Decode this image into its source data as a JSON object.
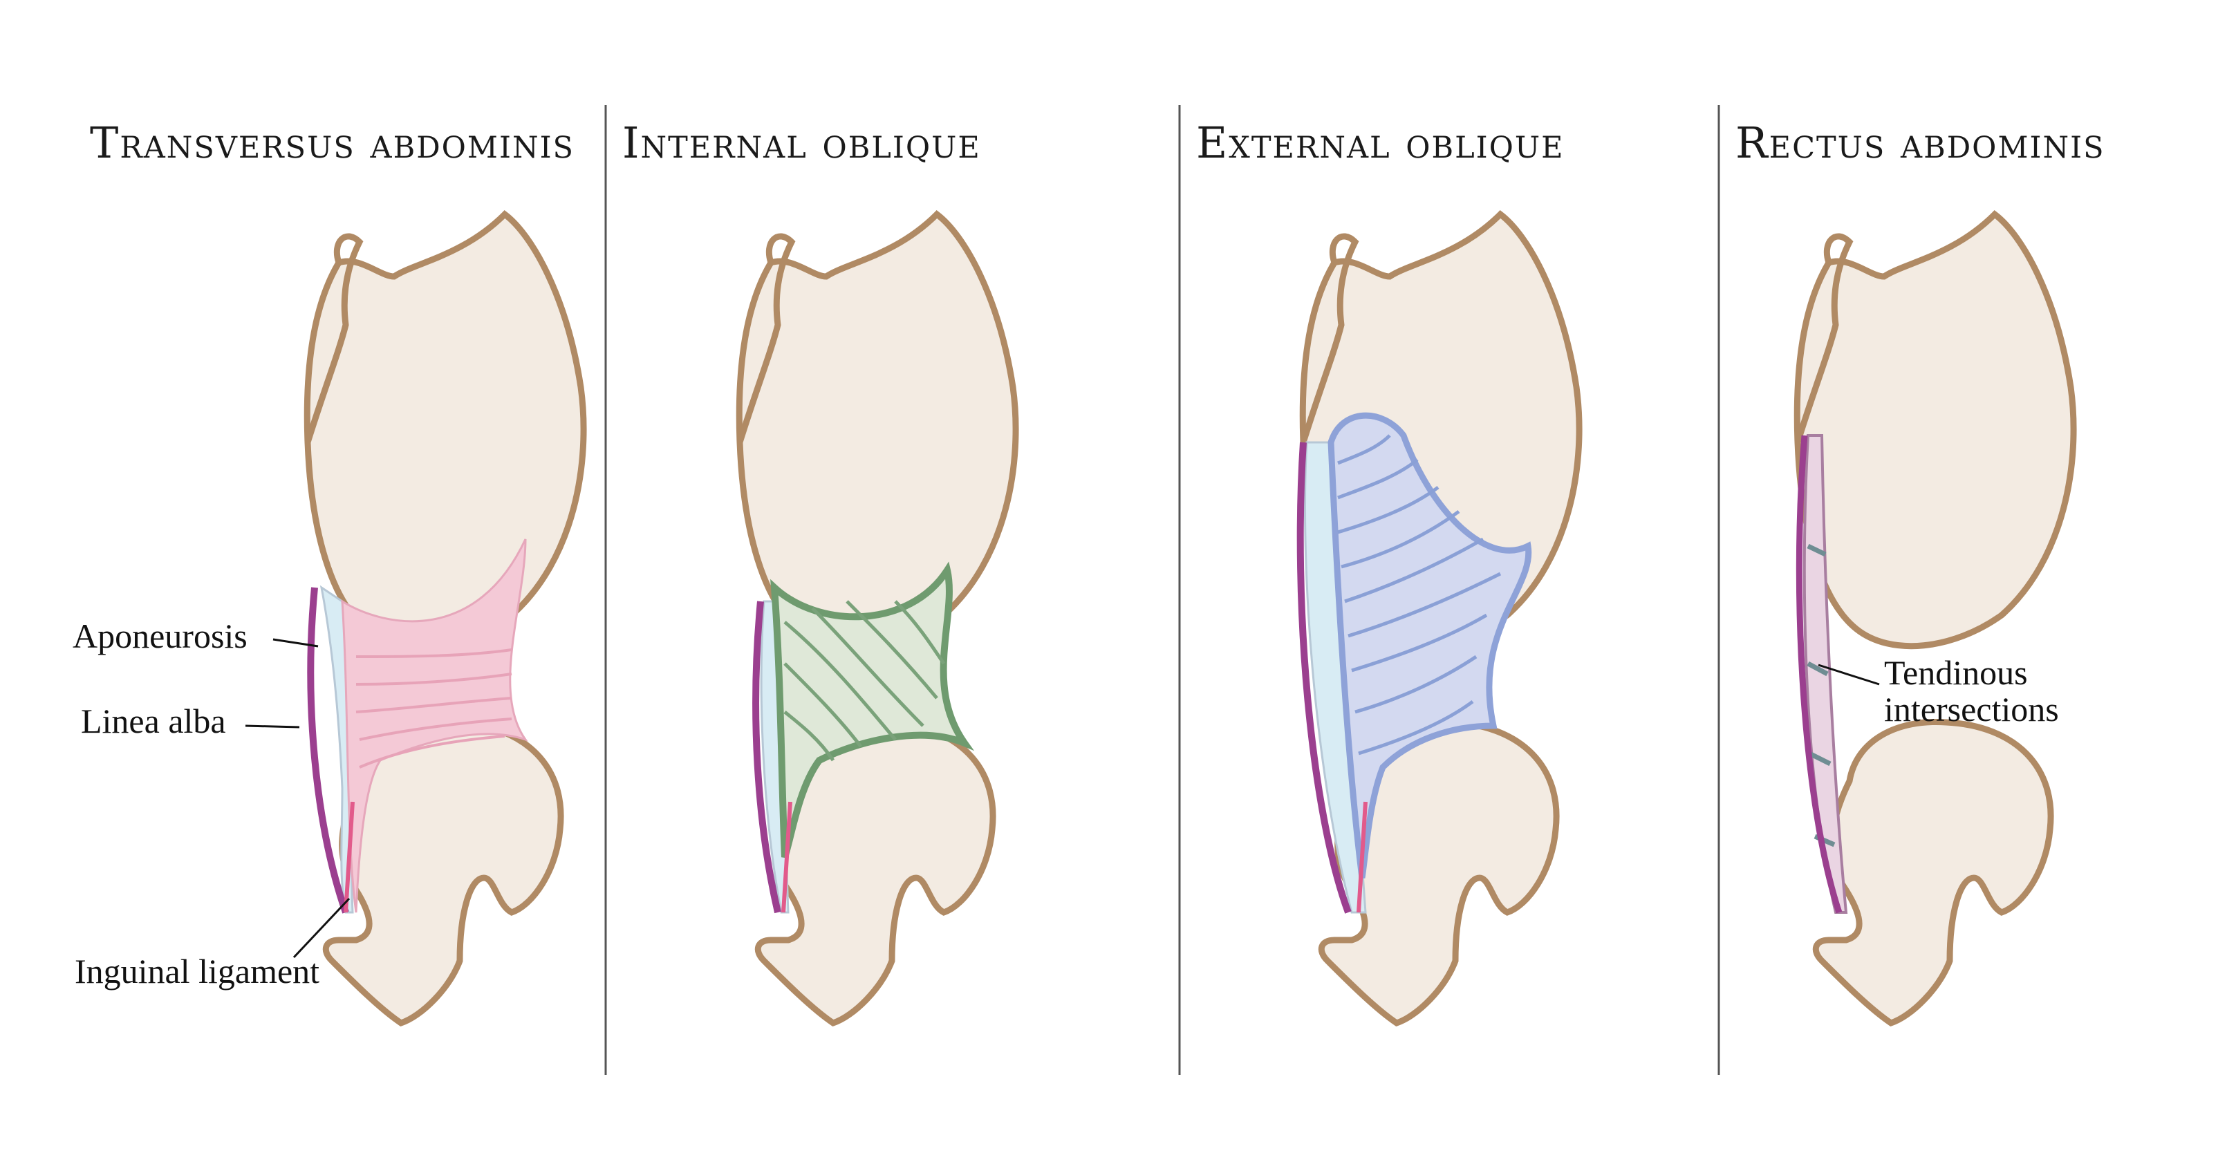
{
  "panels": [
    {
      "title": "Transversus abdominis",
      "muscle_color": "#f4c9d6",
      "stripe_color": "#e7a3b8",
      "labels": [
        "Aponeurosis",
        "Linea alba",
        "Inguinal ligament"
      ]
    },
    {
      "title": "Internal oblique",
      "muscle_color": "#dfe8d8",
      "stripe_color": "#7aa27a"
    },
    {
      "title": "External oblique",
      "muscle_color": "#d3d9f0",
      "stripe_color": "#8aa0d6"
    },
    {
      "title": "Rectus abdominis",
      "muscle_color": "#ead5e3",
      "stripe_color": "#6f8d93",
      "labels": [
        "Tendinous",
        "intersections"
      ]
    }
  ],
  "colors": {
    "bone_fill": "#f3ebe2",
    "bone_stroke": "#b08a64",
    "linea_alba": "#9b3f8f",
    "inguinal": "#e25a8b",
    "aponeurosis": "#d8ecf4",
    "divider": "#555555"
  }
}
